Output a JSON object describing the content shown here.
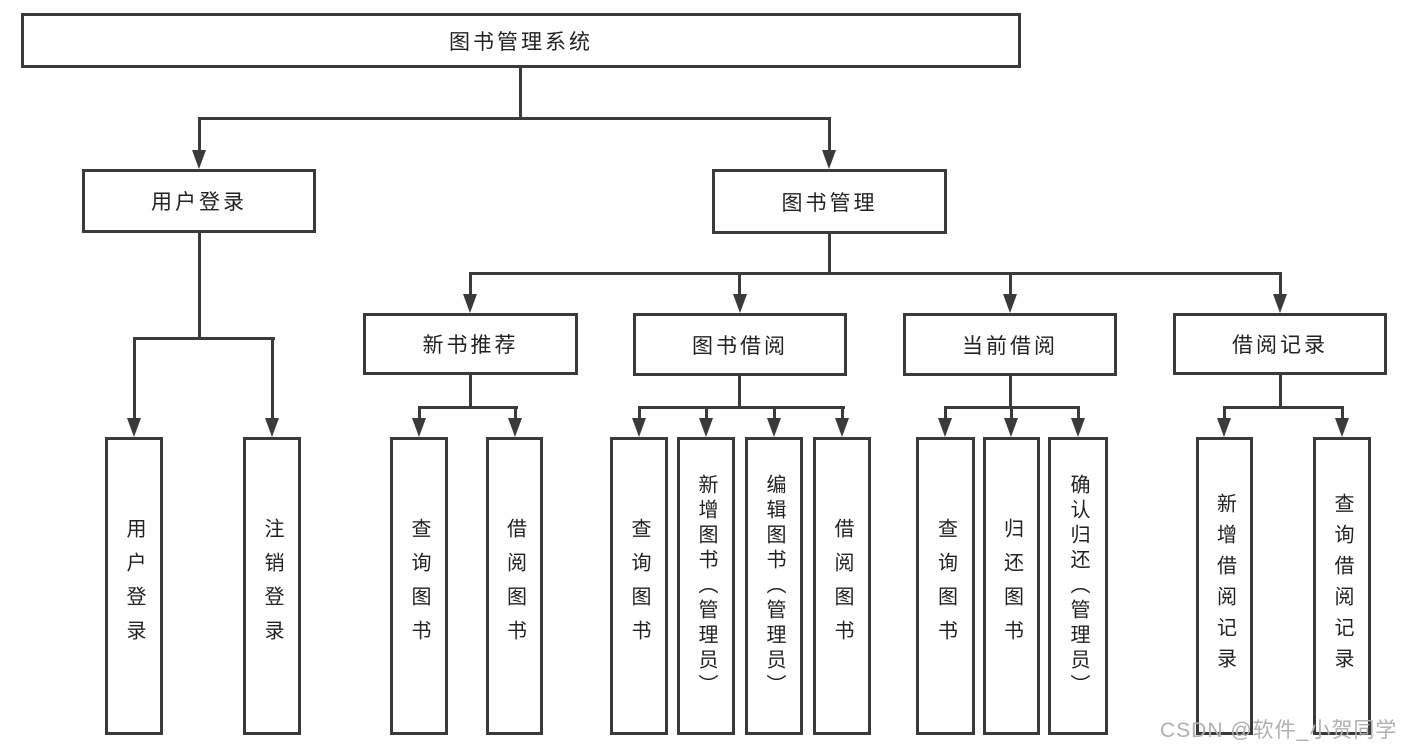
{
  "diagram": {
    "root": {
      "label": "图书管理系统"
    },
    "branches": [
      {
        "label": "用户登录",
        "children": [
          {
            "label": "用户登录"
          },
          {
            "label": "注销登录"
          }
        ]
      },
      {
        "label": "图书管理",
        "children": [
          {
            "label": "新书推荐",
            "children": [
              {
                "label": "查询图书"
              },
              {
                "label": "借阅图书"
              }
            ]
          },
          {
            "label": "图书借阅",
            "children": [
              {
                "label": "查询图书"
              },
              {
                "label": "新增图书（管理员）"
              },
              {
                "label": "编辑图书（管理员）"
              },
              {
                "label": "借阅图书"
              }
            ]
          },
          {
            "label": "当前借阅",
            "children": [
              {
                "label": "查询图书"
              },
              {
                "label": "归还图书"
              },
              {
                "label": "确认归还（管理员）"
              }
            ]
          },
          {
            "label": "借阅记录",
            "children": [
              {
                "label": "新增借阅记录"
              },
              {
                "label": "查询借阅记录"
              }
            ]
          }
        ]
      }
    ]
  },
  "watermark": {
    "text": "CSDN @软件_小贺同学"
  },
  "colors": {
    "line": "#3a3a3a",
    "text": "#222222",
    "watermark": "#b0b0b0",
    "background": "#ffffff"
  }
}
